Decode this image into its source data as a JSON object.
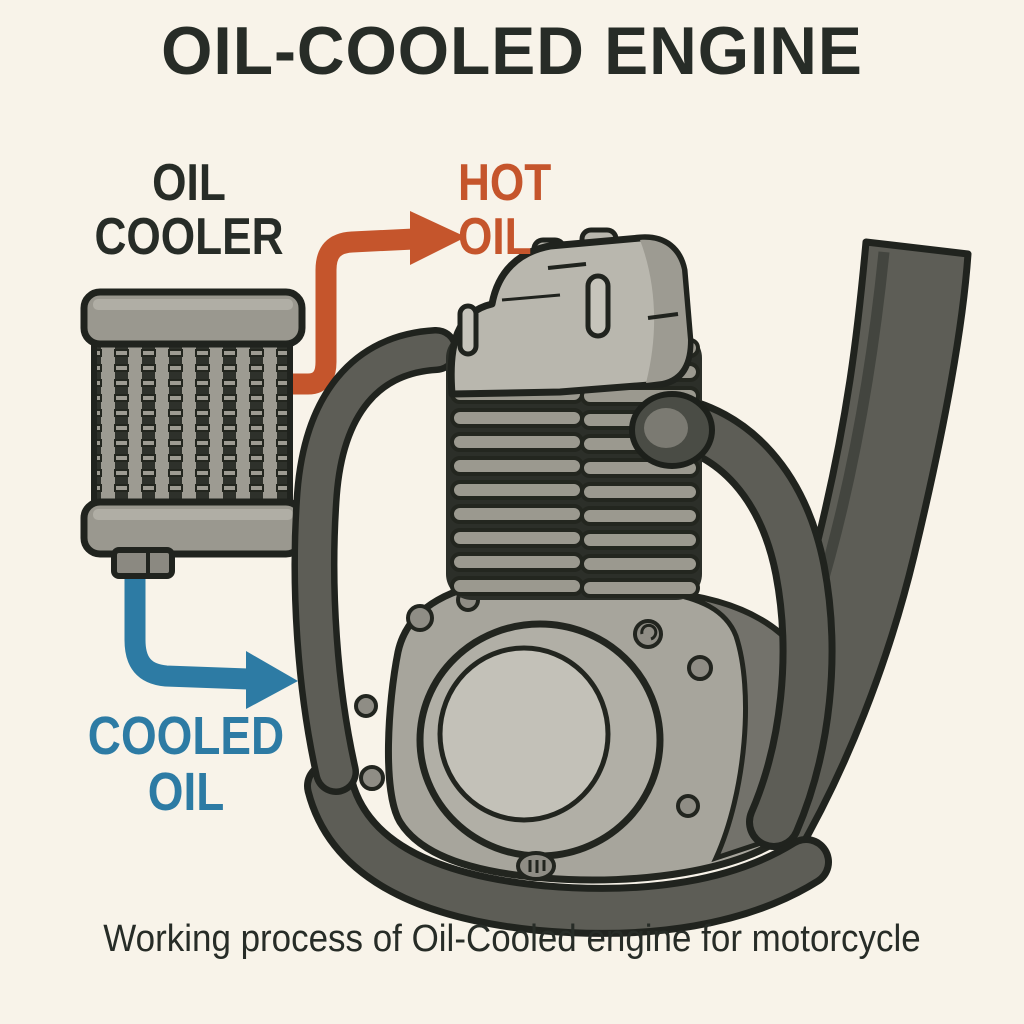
{
  "title": "OIL-COOLED ENGINE",
  "caption": "Working process of Oil-Cooled engine for motorcycle",
  "labels": {
    "oil_cooler": {
      "line1": "OIL",
      "line2": "COOLER"
    },
    "hot_oil": {
      "line1": "HOT",
      "line2": "OIL"
    },
    "cooled_oil": {
      "line1": "COOLED",
      "line2": "OIL"
    }
  },
  "colors": {
    "background": "#f8f3e9",
    "text_dark": "#272c27",
    "hot": "#c5552c",
    "cool": "#2d7ba4"
  },
  "diagram": {
    "components": [
      "oil cooler radiator",
      "hot oil pipe with arrow from engine to cooler",
      "cooled oil pipe with arrow from cooler to engine",
      "single-cylinder motorcycle engine with cooling fins and frame tubes"
    ]
  }
}
